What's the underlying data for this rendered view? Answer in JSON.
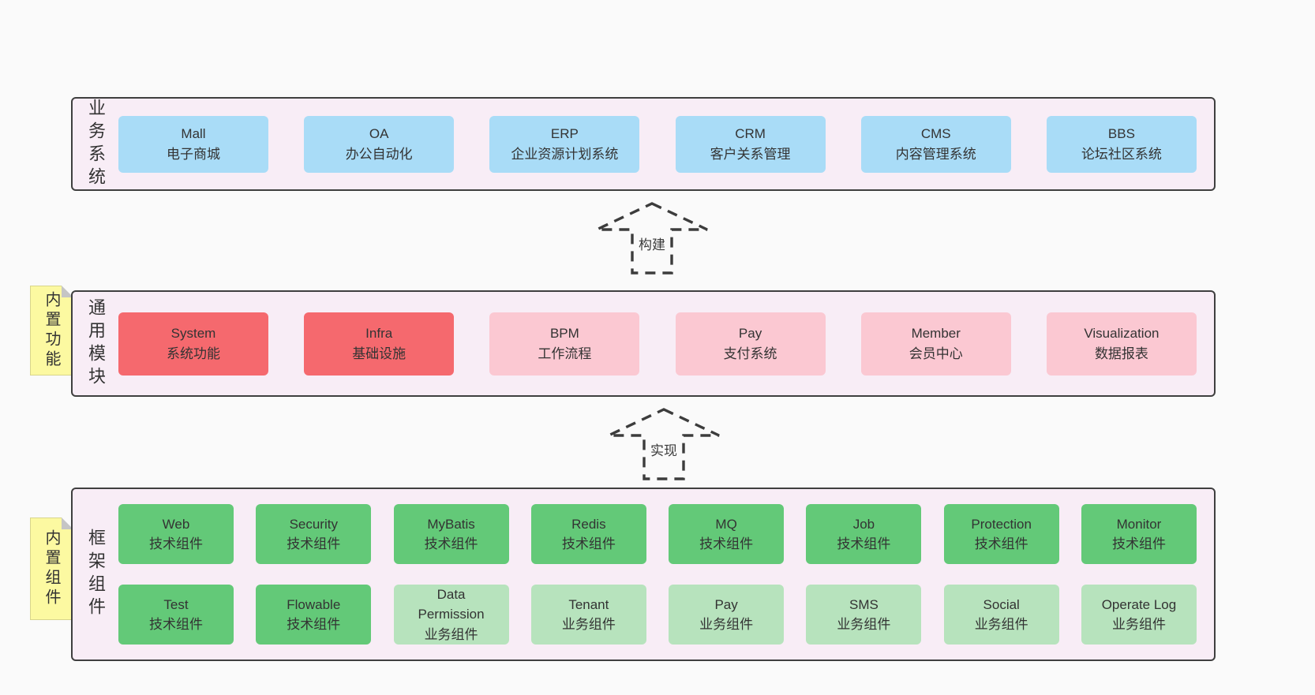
{
  "colors": {
    "page_bg": "#fafafa",
    "panel_bg": "#f8edf6",
    "panel_border": "#3f3f3f",
    "blue": "#a9dcf7",
    "red": "#f5696e",
    "pink": "#fbc8d2",
    "green": "#63c978",
    "lightgreen": "#b7e3bd",
    "sticky": "#fcf9a1",
    "text": "#333333"
  },
  "arrows": {
    "build": {
      "label": "构建"
    },
    "implement": {
      "label": "实现"
    }
  },
  "panels": {
    "business": {
      "label": "业务系统",
      "boxes": [
        {
          "name": "Mall",
          "desc": "电子商城"
        },
        {
          "name": "OA",
          "desc": "办公自动化"
        },
        {
          "name": "ERP",
          "desc": "企业资源计划系统"
        },
        {
          "name": "CRM",
          "desc": "客户关系管理"
        },
        {
          "name": "CMS",
          "desc": "内容管理系统"
        },
        {
          "name": "BBS",
          "desc": "论坛社区系统"
        }
      ]
    },
    "modules": {
      "label": "通用模块",
      "sticky": "内置功能",
      "boxes": [
        {
          "name": "System",
          "desc": "系统功能",
          "variant": "red"
        },
        {
          "name": "Infra",
          "desc": "基础设施",
          "variant": "red"
        },
        {
          "name": "BPM",
          "desc": "工作流程",
          "variant": "pink"
        },
        {
          "name": "Pay",
          "desc": "支付系统",
          "variant": "pink"
        },
        {
          "name": "Member",
          "desc": "会员中心",
          "variant": "pink"
        },
        {
          "name": "Visualization",
          "desc": "数据报表",
          "variant": "pink"
        }
      ]
    },
    "framework": {
      "label": "框架组件",
      "sticky": "内置组件",
      "row1": [
        {
          "name": "Web",
          "desc": "技术组件",
          "variant": "green"
        },
        {
          "name": "Security",
          "desc": "技术组件",
          "variant": "green"
        },
        {
          "name": "MyBatis",
          "desc": "技术组件",
          "variant": "green"
        },
        {
          "name": "Redis",
          "desc": "技术组件",
          "variant": "green"
        },
        {
          "name": "MQ",
          "desc": "技术组件",
          "variant": "green"
        },
        {
          "name": "Job",
          "desc": "技术组件",
          "variant": "green"
        },
        {
          "name": "Protection",
          "desc": "技术组件",
          "variant": "green"
        },
        {
          "name": "Monitor",
          "desc": "技术组件",
          "variant": "green"
        }
      ],
      "row2": [
        {
          "name": "Test",
          "desc": "技术组件",
          "variant": "green"
        },
        {
          "name": "Flowable",
          "desc": "技术组件",
          "variant": "green"
        },
        {
          "name": "Data Permission",
          "desc": "业务组件",
          "variant": "lightgreen"
        },
        {
          "name": "Tenant",
          "desc": "业务组件",
          "variant": "lightgreen"
        },
        {
          "name": "Pay",
          "desc": "业务组件",
          "variant": "lightgreen"
        },
        {
          "name": "SMS",
          "desc": "业务组件",
          "variant": "lightgreen"
        },
        {
          "name": "Social",
          "desc": "业务组件",
          "variant": "lightgreen"
        },
        {
          "name": "Operate Log",
          "desc": "业务组件",
          "variant": "lightgreen"
        }
      ]
    }
  }
}
